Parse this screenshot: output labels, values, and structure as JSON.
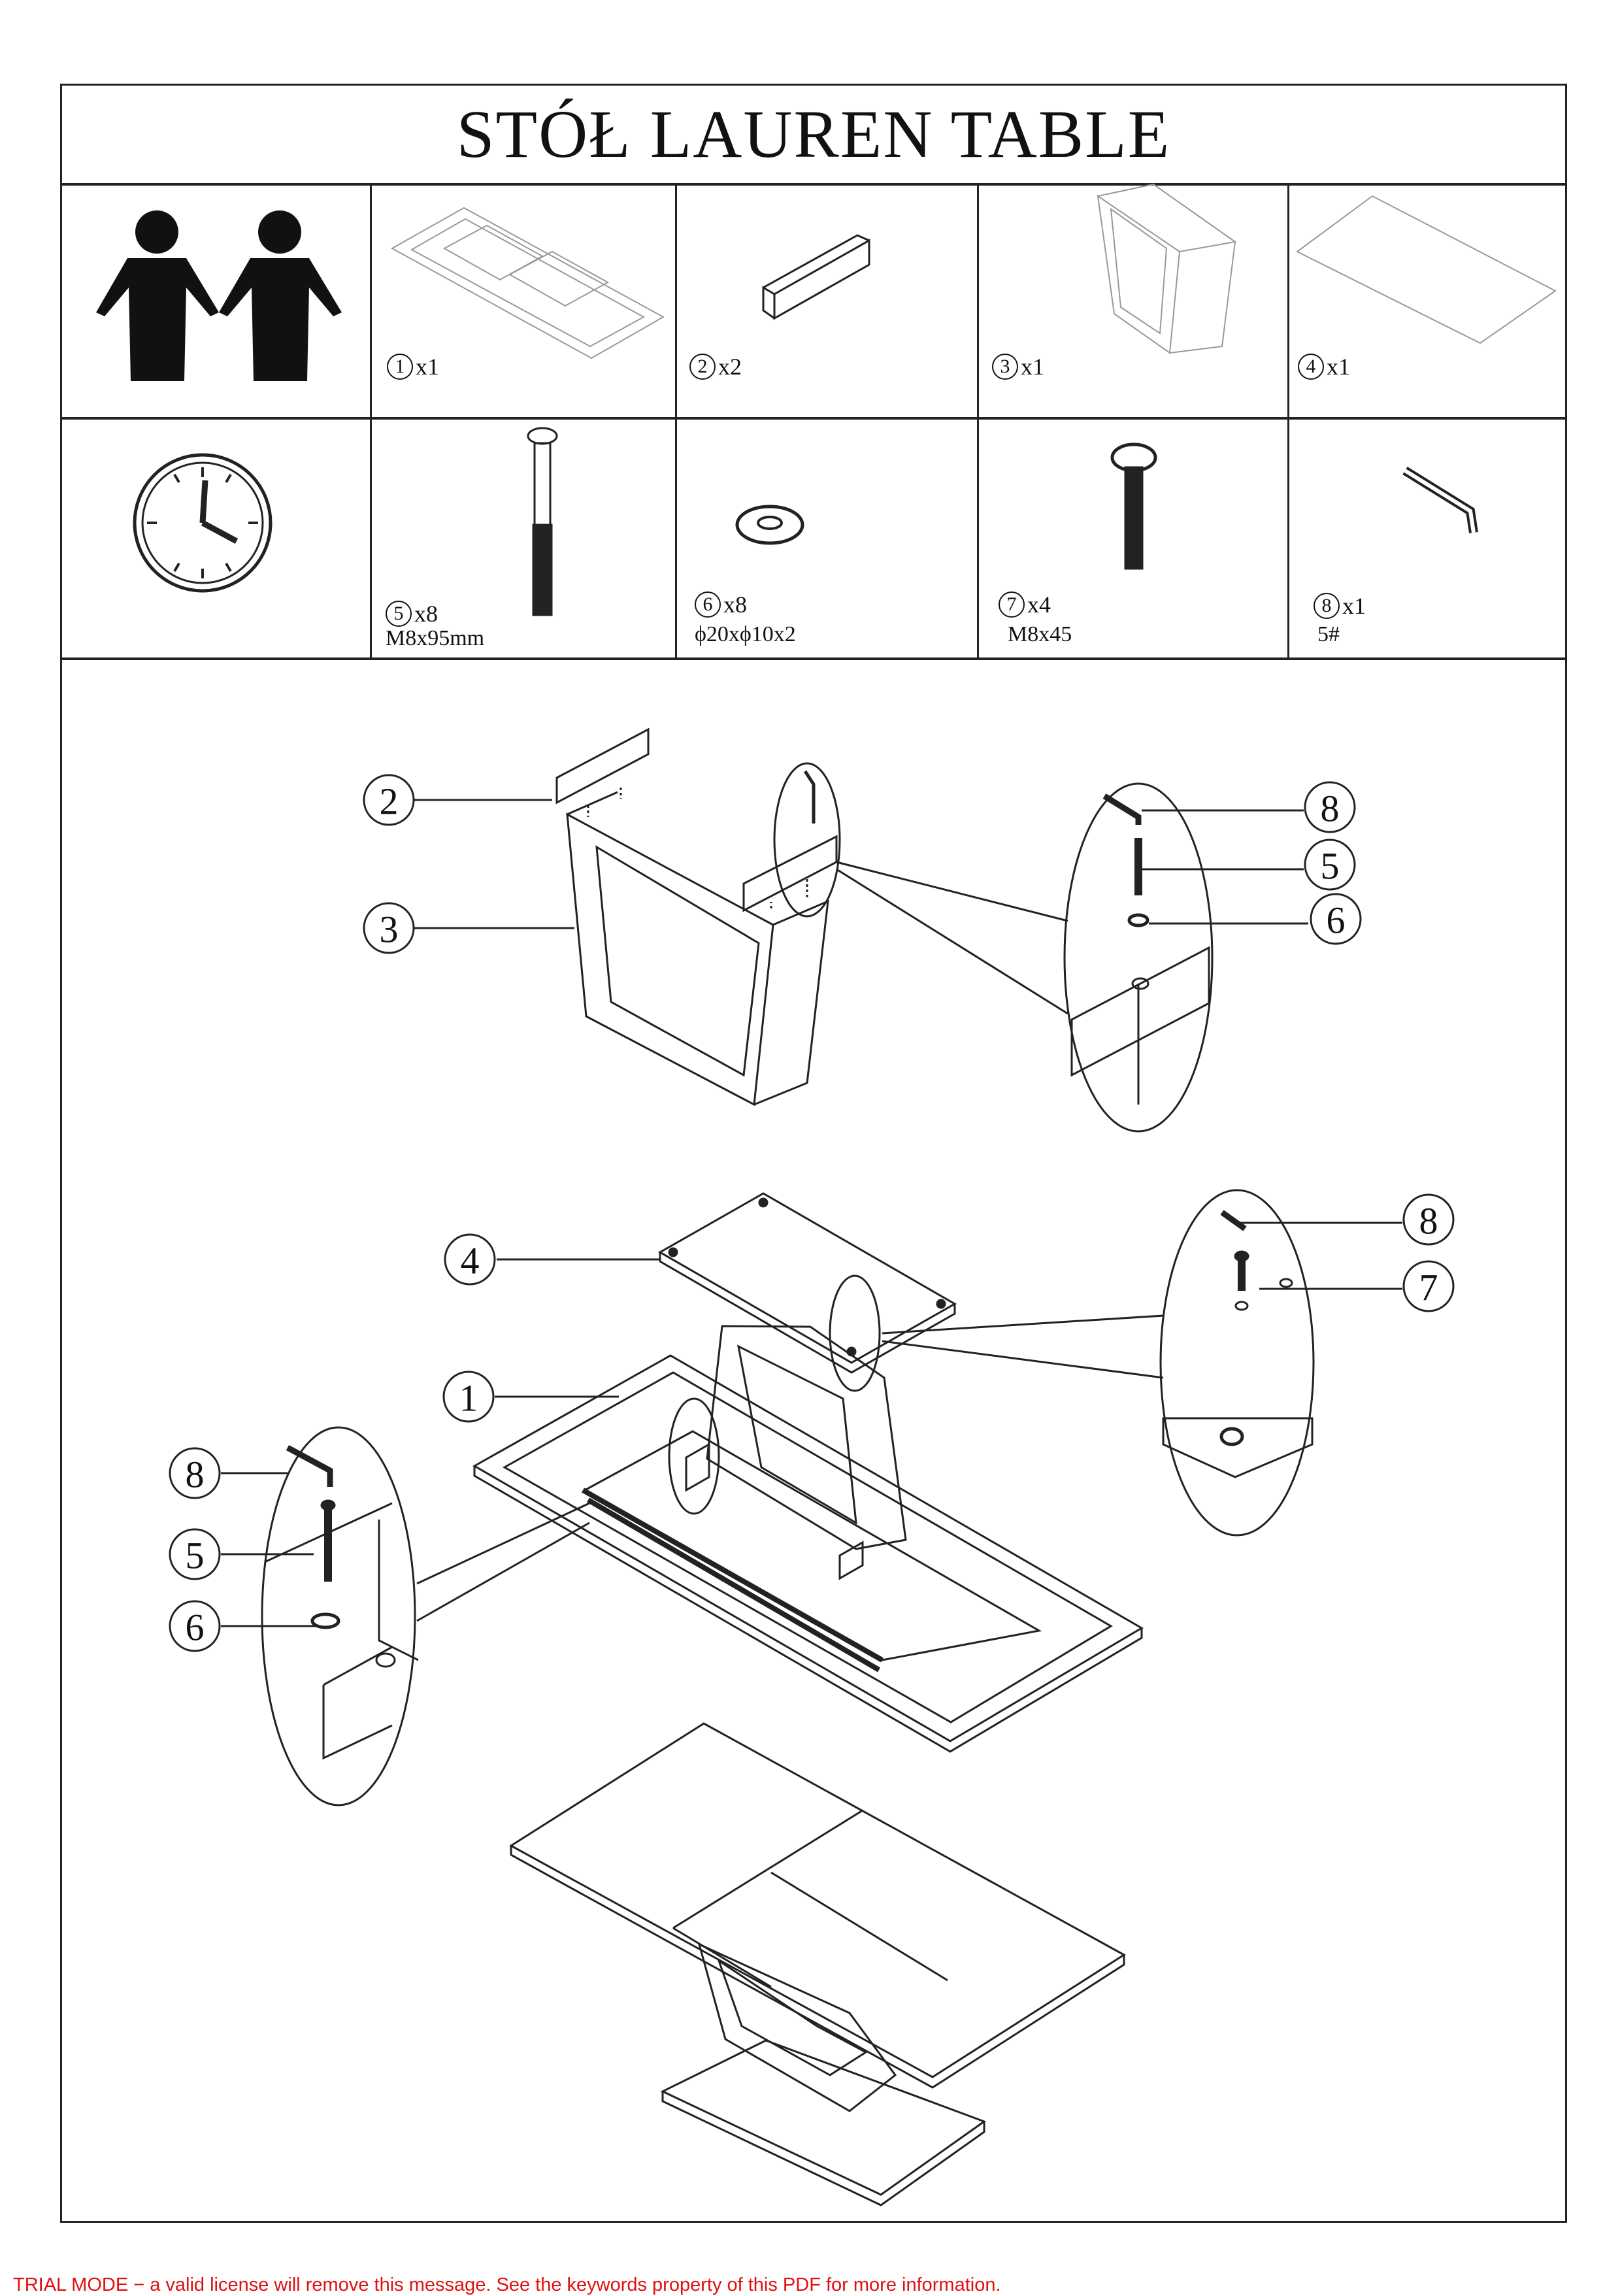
{
  "title": "STÓŁ LAUREN TABLE",
  "parts": [
    {
      "num": "1",
      "qty": "x1"
    },
    {
      "num": "2",
      "qty": "x2"
    },
    {
      "num": "3",
      "qty": "x1"
    },
    {
      "num": "4",
      "qty": "x1"
    },
    {
      "num": "5",
      "qty": "x8",
      "spec": "M8x95mm"
    },
    {
      "num": "6",
      "qty": "x8",
      "spec": "ϕ20xϕ10x2"
    },
    {
      "num": "7",
      "qty": "x4",
      "spec": "M8x45"
    },
    {
      "num": "8",
      "qty": "x1",
      "spec": "5#"
    }
  ],
  "callouts": {
    "step1": [
      "2",
      "3",
      "8",
      "5",
      "6"
    ],
    "step2": [
      "4",
      "1",
      "8",
      "7",
      "8",
      "5",
      "6"
    ]
  },
  "footer": "TRIAL MODE − a valid license will remove this message. See the keywords property of this PDF for more information.",
  "colors": {
    "line": "#222222",
    "trial": "#e01010"
  }
}
